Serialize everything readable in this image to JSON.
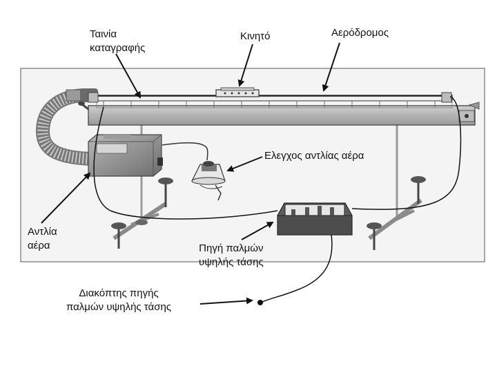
{
  "labels": {
    "recording_tape": "Ταινία\nκαταγραφής",
    "glider": "Κινητό",
    "air_track": "Αερόδρομος",
    "air_pump_control": "Ελεγχος αντλίας αέρα",
    "air_pump": "Αντλία\nαέρα",
    "hv_pulse_source": "Πηγή παλμών\nυψηλής τάσης",
    "hv_pulse_switch": "Διακόπτης πηγής\nπαλμών υψηλής τάσης"
  }
}
